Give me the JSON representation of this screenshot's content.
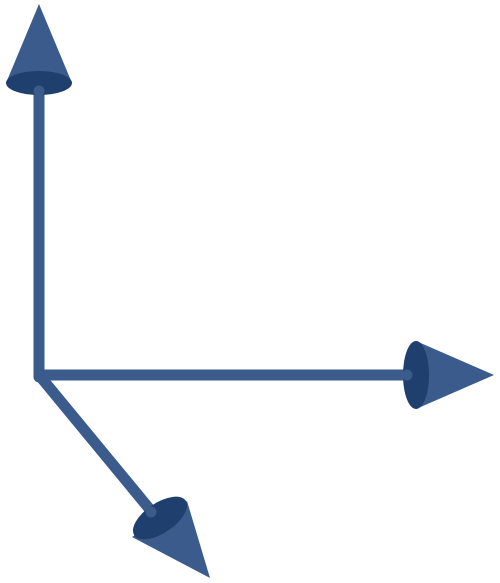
{
  "diagram": {
    "type": "3d-coordinate-axes",
    "axes": [
      {
        "id": "vertical-axis",
        "direction": "up"
      },
      {
        "id": "horizontal-axis",
        "direction": "right"
      },
      {
        "id": "depth-axis",
        "direction": "down-right"
      }
    ],
    "colors": {
      "shaft": "#3a5b8c",
      "cone_body": "#3a5b8c",
      "cone_base": "#1f3f6e",
      "background": "#ffffff"
    },
    "icons": {
      "arrowhead": "cone-arrowhead-icon"
    }
  }
}
